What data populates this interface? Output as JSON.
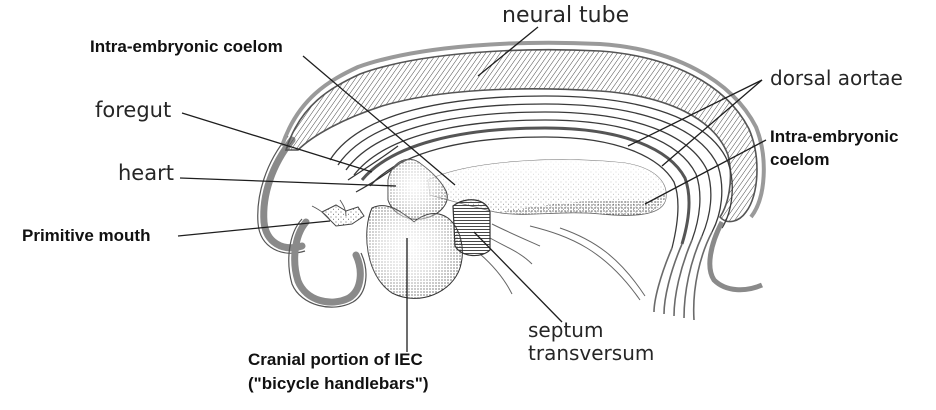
{
  "labels": {
    "neural_tube": "neural tube",
    "intra_embryonic_coelom_top": "Intra-embryonic coelom",
    "dorsal_aortae": "dorsal aortae",
    "foregut": "foregut",
    "intra_embryonic_coelom_right": {
      "line1": "Intra-embryonic",
      "line2": "coelom"
    },
    "heart": "heart",
    "primitive_mouth": "Primitive mouth",
    "septum_transversum": {
      "line1": "septum",
      "line2": "transversum"
    },
    "cranial_portion": {
      "line1": "Cranial portion of IEC",
      "line2": "(\"bicycle handlebars\")"
    }
  }
}
